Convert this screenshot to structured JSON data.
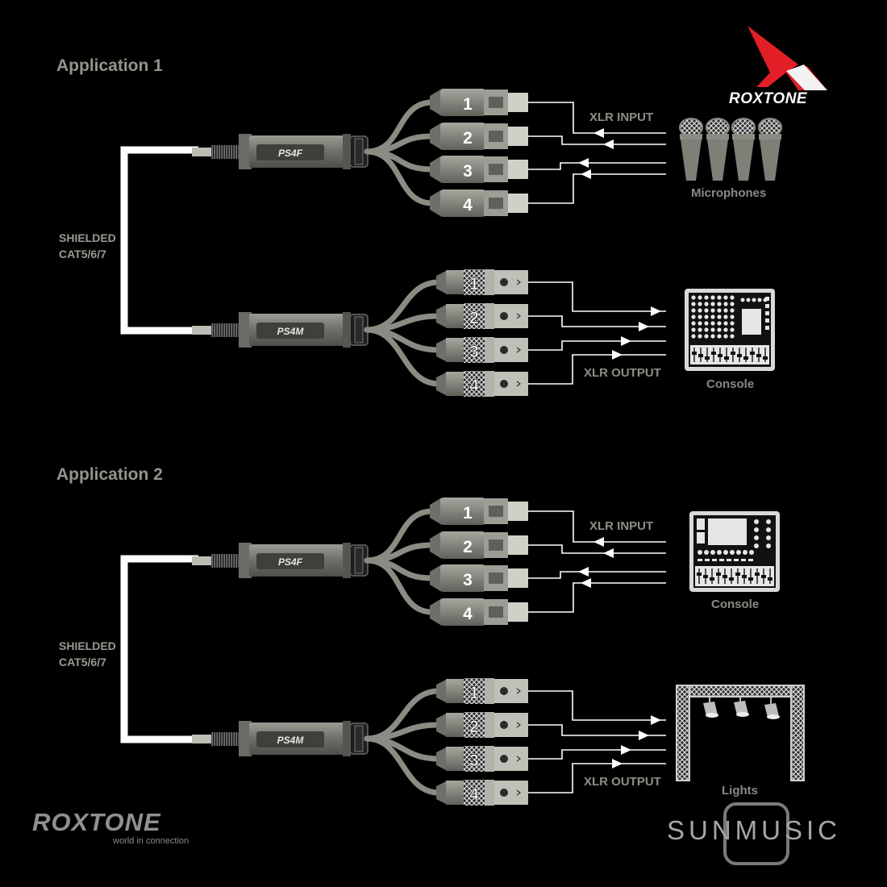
{
  "brand": {
    "logo_text": "ROXTONE",
    "footer_logo": "ROXTONE",
    "footer_tagline": "world in connection",
    "dealer_logo": "SUNMUSIC"
  },
  "application1": {
    "title": "Application 1",
    "cable_label": [
      "SHIELDED",
      "CAT5/6/7"
    ],
    "sender_box": "PS4F",
    "receiver_box": "PS4M",
    "input_label": "XLR INPUT",
    "output_label": "XLR OUTPUT",
    "channels": [
      "1",
      "2",
      "3",
      "4"
    ],
    "source_device": "Microphones",
    "destination_device": "Console"
  },
  "application2": {
    "title": "Application 2",
    "cable_label": [
      "SHIELDED",
      "CAT5/6/7"
    ],
    "sender_box": "PS4F",
    "receiver_box": "PS4M",
    "input_label": "XLR INPUT",
    "output_label": "XLR OUTPUT",
    "channels": [
      "1",
      "2",
      "3",
      "4"
    ],
    "source_device": "Console",
    "destination_device": "Lights"
  },
  "icons": [
    "microphone-icon",
    "mixing-console-icon",
    "stage-truss-lights-icon"
  ],
  "colors": {
    "background": "#000000",
    "cable": "#ffffff",
    "connector": "#8f9088",
    "label": "#8c8c84",
    "logo_red": "#e21f26"
  }
}
